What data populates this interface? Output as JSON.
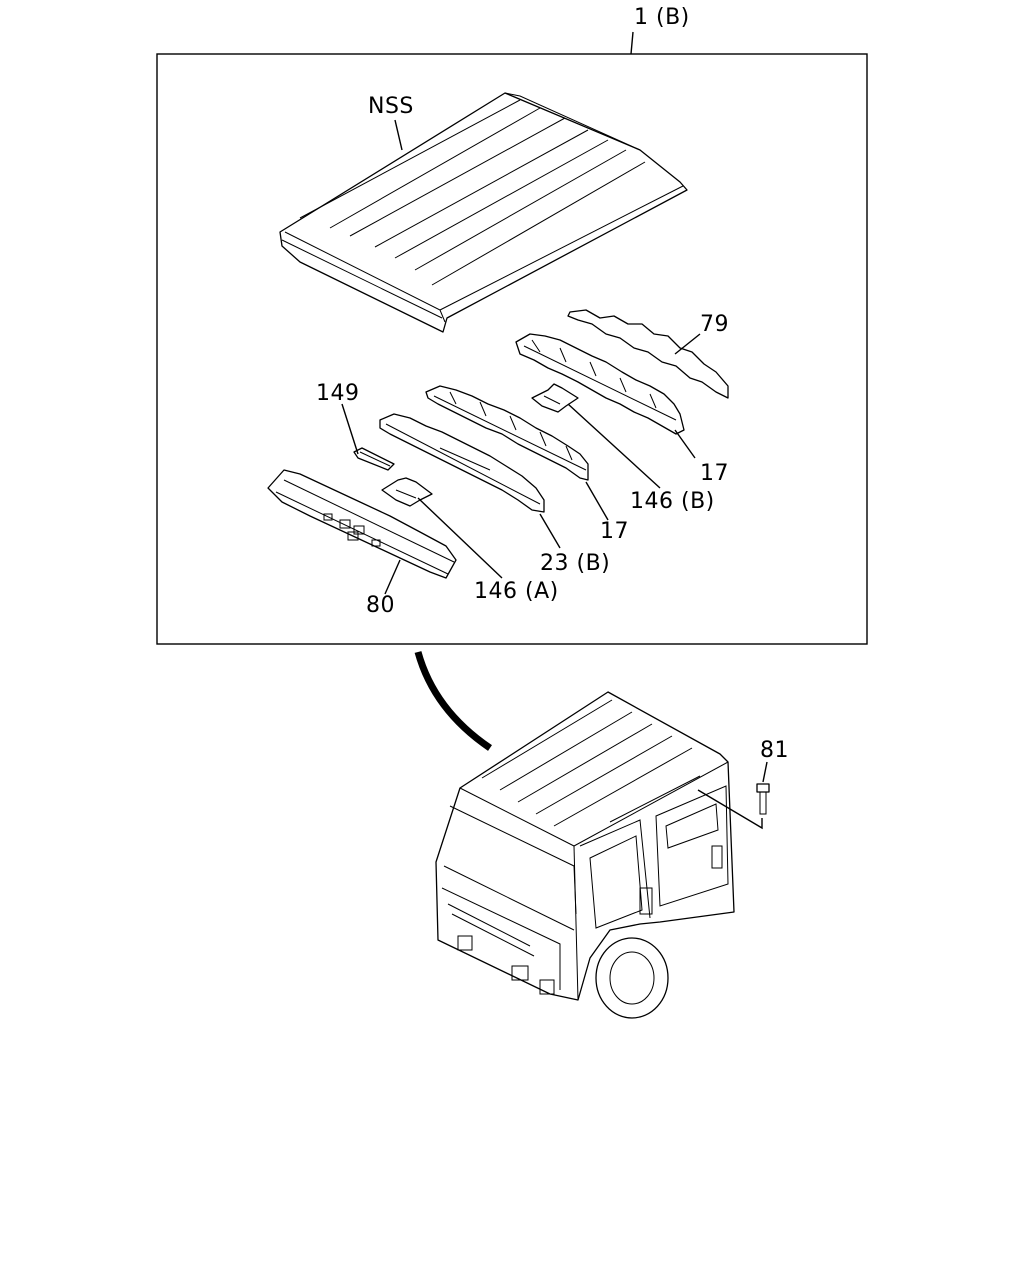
{
  "labels": {
    "assembly": "1 (B)",
    "roof_panel": "NSS",
    "rail_79": "79",
    "rail_17_right": "17",
    "bracket_146b": "146 (B)",
    "part_149": "149",
    "rail_17_mid": "17",
    "rail_23b": "23 (B)",
    "bracket_146a": "146 (A)",
    "rail_80": "80",
    "bolt_81": "81"
  },
  "icons": [
    "roof-panel",
    "roof-rail",
    "bracket",
    "bolt",
    "truck-cab"
  ],
  "colors": {
    "line": "#000000",
    "background": "#ffffff"
  }
}
